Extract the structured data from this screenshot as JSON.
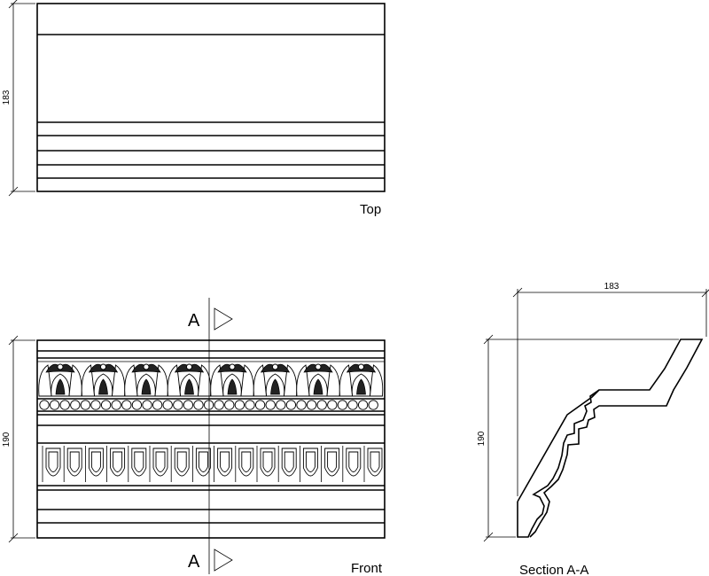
{
  "views": {
    "top": {
      "label": "Top",
      "dimension": "183"
    },
    "front": {
      "label": "Front",
      "dimension": "190",
      "section_marker_top": "A",
      "section_marker_bottom": "A"
    },
    "section": {
      "label": "Section A-A",
      "width_dimension": "183",
      "height_dimension": "190"
    }
  }
}
